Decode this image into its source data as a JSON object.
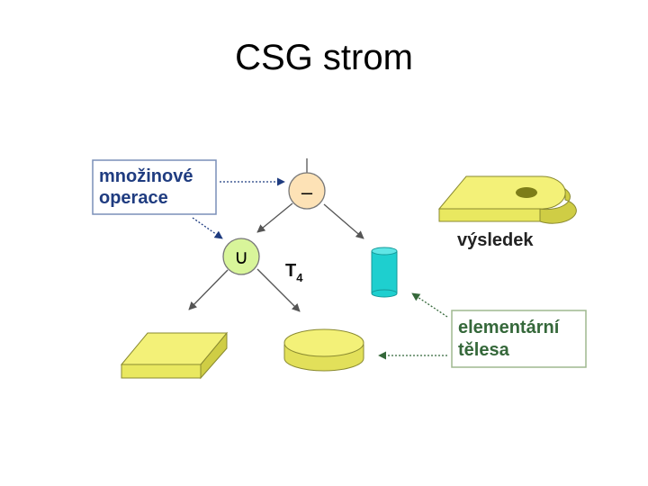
{
  "slide": {
    "title": "CSG strom"
  },
  "legend": {
    "operations_line1": "množinové",
    "operations_line2": "operace",
    "primitives_line1": "elementární",
    "primitives_line2": "tělesa",
    "result_label": "výsledek"
  },
  "tree": {
    "difference_symbol": "–",
    "union_symbol": "∪",
    "node_label": "T",
    "node_label_sub": "4"
  },
  "colors": {
    "solid_yellow": "#f0ee70",
    "node_orange": "#fde2b6",
    "node_green": "#d8f59a",
    "cylinder_cyan": "#1ecfcf",
    "operations_text": "#1f3c80",
    "primitives_text": "#35683a",
    "arrow_gray": "#555555",
    "hole_olive": "#7d7d18"
  }
}
